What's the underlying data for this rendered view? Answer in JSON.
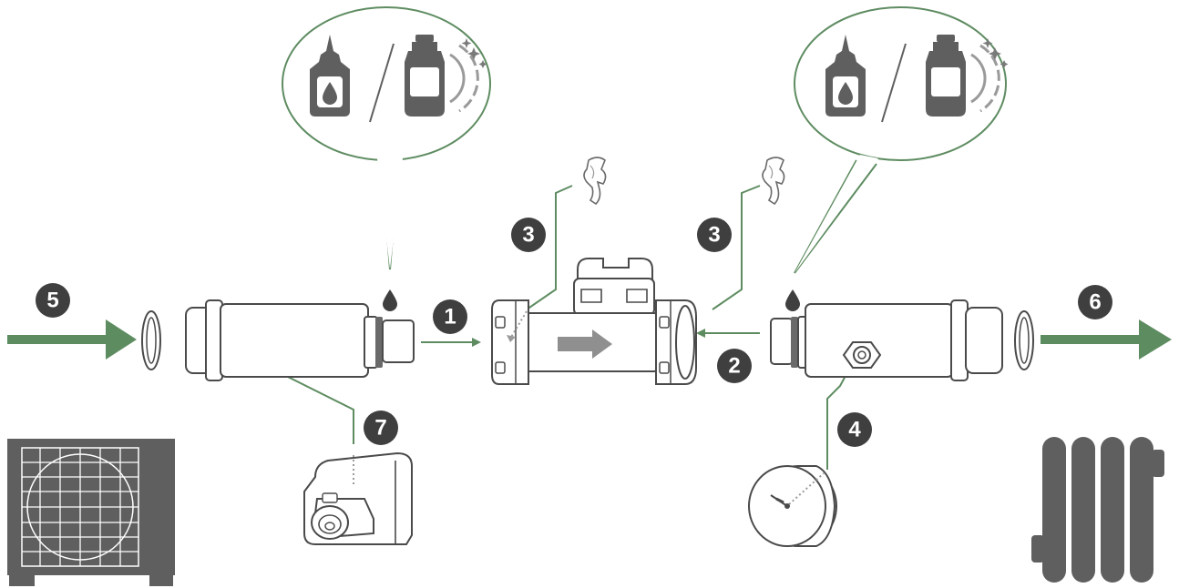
{
  "colors": {
    "flow_green": "#5e8c61",
    "outline": "#4a4a4a",
    "dark_grey": "#5f5f5f",
    "light_grey": "#9a9a9a",
    "badge_fill": "#3f3f3f",
    "part_fill": "#ffffff",
    "arrow_grey": "#8f8f8f"
  },
  "steps": [
    {
      "id": "step-1",
      "label": "1"
    },
    {
      "id": "step-2",
      "label": "2"
    },
    {
      "id": "step-3-left",
      "label": "3"
    },
    {
      "id": "step-3-right",
      "label": "3"
    },
    {
      "id": "step-4",
      "label": "4"
    },
    {
      "id": "step-5",
      "label": "5"
    },
    {
      "id": "step-6",
      "label": "6"
    },
    {
      "id": "step-7",
      "label": "7"
    }
  ],
  "components": [
    {
      "name": "outdoor-unit",
      "icon": "heat-pump-outdoor-unit-icon"
    },
    {
      "name": "radiator",
      "icon": "radiator-icon"
    },
    {
      "name": "inlet-valve-body",
      "icon": "valve-body-icon"
    },
    {
      "name": "central-filter-body",
      "icon": "filter-tee-icon"
    },
    {
      "name": "outlet-valve-body",
      "icon": "valve-body-icon"
    },
    {
      "name": "gasket",
      "icon": "o-ring-gasket-icon"
    },
    {
      "name": "retaining-clip",
      "icon": "clip-icon"
    },
    {
      "name": "pressure-gauge",
      "icon": "pressure-gauge-icon"
    },
    {
      "name": "magnet-cover",
      "icon": "magnet-cover-icon"
    },
    {
      "name": "lubricant",
      "icon": "oil-bottle-icon"
    },
    {
      "name": "dish-soap",
      "icon": "dish-soap-bottle-icon"
    }
  ]
}
